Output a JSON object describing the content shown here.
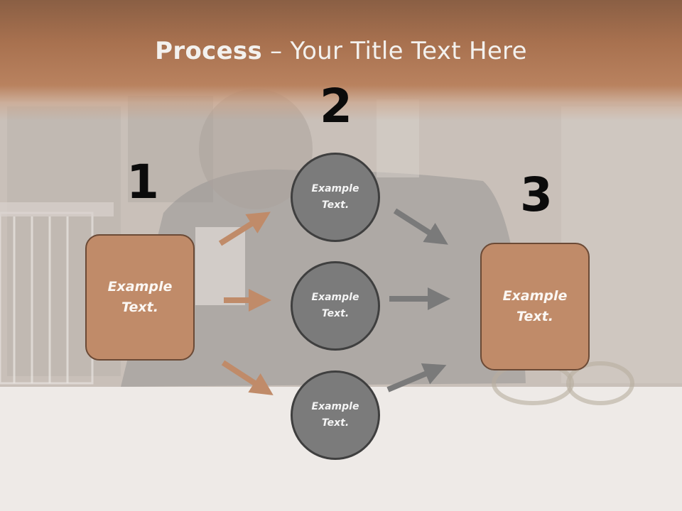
{
  "title": {
    "bold": "Process",
    "rest": " – Your Title Text Here"
  },
  "steps": [
    {
      "number": "1",
      "text": "Example Text."
    },
    {
      "number": "2",
      "items": [
        "Example Text.",
        "Example Text.",
        "Example Text."
      ]
    },
    {
      "number": "3",
      "text": "Example Text."
    }
  ],
  "colors": {
    "accent": "#c08b69",
    "circle": "#7b7b7b",
    "arrow_in": "#c08b69",
    "arrow_out": "#7a7a7a"
  }
}
